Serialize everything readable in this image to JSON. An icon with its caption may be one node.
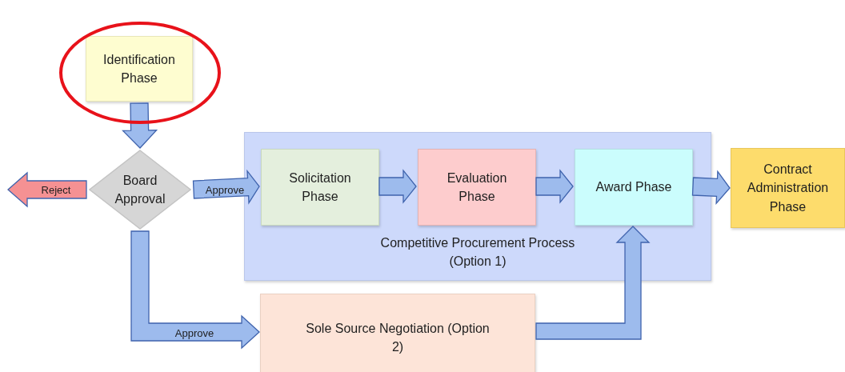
{
  "diagram": {
    "nodes": [
      {
        "text": [
          "Identification Phase"
        ]
      },
      {
        "text": [
          "Board Approval"
        ]
      },
      {
        "text": [
          "Competitive Procurement Process (Option 1)"
        ]
      },
      {
        "text": [
          "Solicitation Phase"
        ],
        "in": 2
      },
      {
        "text": [
          "Evaluation Phase"
        ],
        "in": 2
      },
      {
        "text": [
          "Award Phase"
        ],
        "in": 2
      },
      {
        "text": [
          "Contract Administration Phase"
        ]
      },
      {
        "text": [
          "Sole Source Negotiation (Option 2)"
        ]
      }
    ],
    "edges": [
      {
        "from": 0,
        "to": 1,
        "arrow": "to"
      },
      {
        "from": 1,
        "to": null,
        "arrow": "to",
        "label": "Reject",
        "color": "#f59193"
      },
      {
        "from": 1,
        "to": 3,
        "arrow": "to",
        "label": "Approve"
      },
      {
        "from": 1,
        "to": 7,
        "arrow": "to",
        "label": "Approve"
      },
      {
        "from": 3,
        "to": 4,
        "arrow": "to"
      },
      {
        "from": 4,
        "to": 5,
        "arrow": "to"
      },
      {
        "from": 5,
        "to": 6,
        "arrow": "to"
      },
      {
        "from": 7,
        "to": 5,
        "arrow": "to"
      }
    ]
  }
}
